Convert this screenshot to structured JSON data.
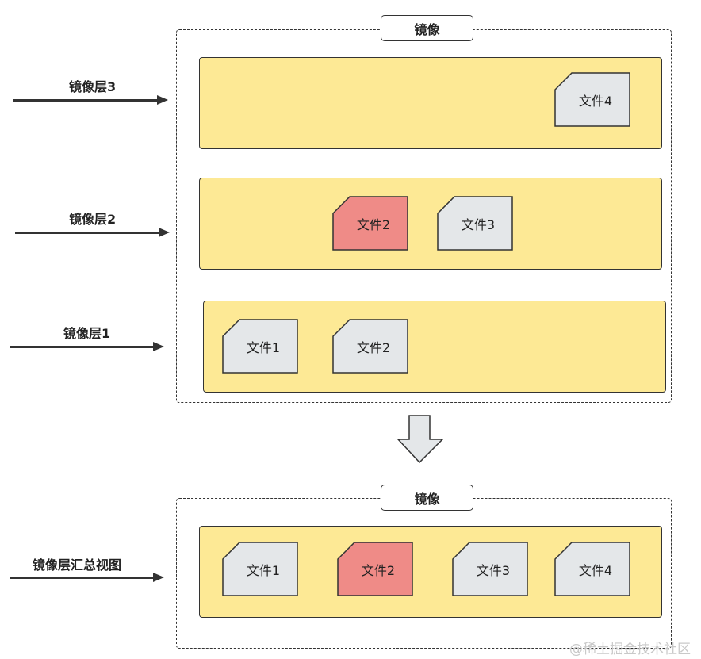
{
  "colors": {
    "layer_fill": "#fde995",
    "file_fill": "#e4e7e9",
    "file_modified_fill": "#ef8b87",
    "stroke": "#333333",
    "down_arrow_fill": "#e4e7e9"
  },
  "top": {
    "title": "镜像",
    "layer_labels": {
      "l3": "镜像层3",
      "l2": "镜像层2",
      "l1": "镜像层1"
    },
    "layer3_files": [
      "文件4"
    ],
    "layer2_files": [
      "文件2",
      "文件3"
    ],
    "layer1_files": [
      "文件1",
      "文件2"
    ]
  },
  "bottom": {
    "title": "镜像",
    "label": "镜像层汇总视图",
    "files": [
      "文件1",
      "文件2",
      "文件3",
      "文件4"
    ]
  },
  "watermark": "@稀土掘金技术社区"
}
